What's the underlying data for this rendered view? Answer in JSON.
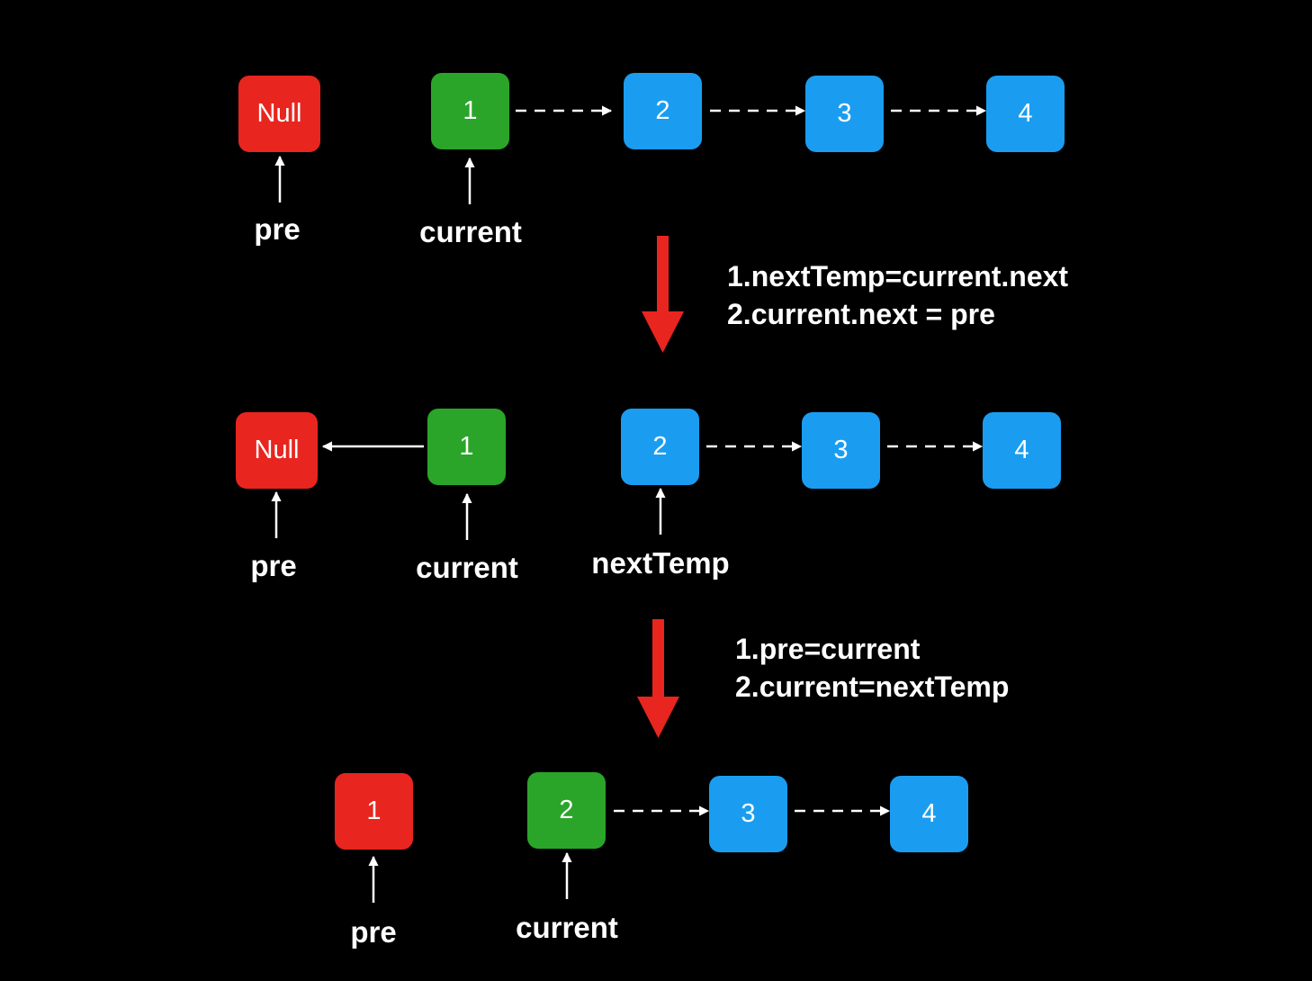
{
  "colors": {
    "background": "#000000",
    "null_node": "#e8251f",
    "current_node": "#2aa52a",
    "list_node": "#1a9df0",
    "reversed_node": "#e8251f",
    "pointer_arrow": "#ffffff",
    "transition_arrow": "#e8251f"
  },
  "row1": {
    "null_node": "Null",
    "nodes": [
      "1",
      "2",
      "3",
      "4"
    ],
    "pre_label": "pre",
    "current_label": "current"
  },
  "step1": {
    "line1": "1.nextTemp=current.next",
    "line2": "2.current.next = pre"
  },
  "row2": {
    "null_node": "Null",
    "current_node": "1",
    "nodes": [
      "2",
      "3",
      "4"
    ],
    "pre_label": "pre",
    "current_label": "current",
    "next_temp_label": "nextTemp"
  },
  "step2": {
    "line1": "1.pre=current",
    "line2": "2.current=nextTemp"
  },
  "row3": {
    "pre_node": "1",
    "current_node": "2",
    "nodes": [
      "3",
      "4"
    ],
    "pre_label": "pre",
    "current_label": "current"
  }
}
